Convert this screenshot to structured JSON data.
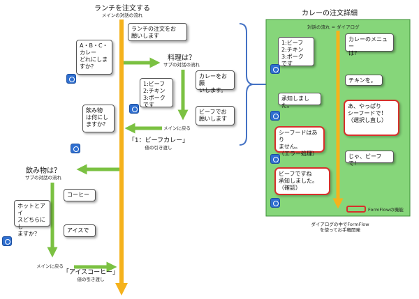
{
  "main": {
    "title": "ランチを注文する",
    "subtitle": "メインの対話の流れ"
  },
  "food_sub": {
    "title": "料理は？",
    "subtitle": "サブの対話の流れ",
    "return_label": "メインに戻る",
    "result": "「1：ビーフカレー」",
    "result_note": "値の引き渡し"
  },
  "drink_sub": {
    "title": "飲み物は？",
    "subtitle": "サブの対話の流れ",
    "return_label": "メインに戻る",
    "result": "「アイスコーヒー」",
    "result_note": "値の引き渡し"
  },
  "left_bubbles": {
    "abc_curry": "A・B・C・\nカレー\nどれにしま\nすか？",
    "order_lunch": "ランチの注文をお\n願いします",
    "menu_choices": "1:ビーフ\n2:チキン\n3:ポーク\nです",
    "request_curry": "カレーをお願\nいします。",
    "beef_request": "ビーフでお\n願いします",
    "ask_drink": "飲み物\nは何にし\nますか？",
    "coffee": "コーヒー",
    "hot_or_ice": "ホットとアイ\nスどちらにし\nますか？",
    "ice": "アイスで"
  },
  "panel": {
    "title": "カレーの注文詳細",
    "dialog_label": "対話の流れ = ダイアログ",
    "legend_label": "FormFlowの機能",
    "footer": "ダイアログの中でFormFlow\nを使ってお手軽開発",
    "bubbles": {
      "menu_choices": "1:ビーフ\n2:チキン\n3:ポーク\nです",
      "curry_menu": "カレーのメニュー\nは？",
      "chicken": "チキンを。",
      "acknowledged": "承知しました。",
      "change_mind": "あ、やっぱり\nシーフードで！\n（選択し直し）",
      "no_seafood": "シーフードはあり\nません。\n（エラー処理）",
      "beef_ok": "じゃ、ビーフで！",
      "confirm": "ビーフですね\n承知しました。\n（確認）"
    }
  },
  "colors": {
    "main_line": "#f5b21c",
    "arrow_green": "#7bc142",
    "panel_bg": "#86d67a",
    "panel_border": "#3f8f3a",
    "brace_blue": "#4472c4",
    "highlight_red": "#d6302b",
    "bot_icon": "#2f6fd0"
  },
  "icons": [
    "bot-icon",
    "arrow-right-icon",
    "arrow-left-icon",
    "arrow-down-icon",
    "brace-icon"
  ]
}
